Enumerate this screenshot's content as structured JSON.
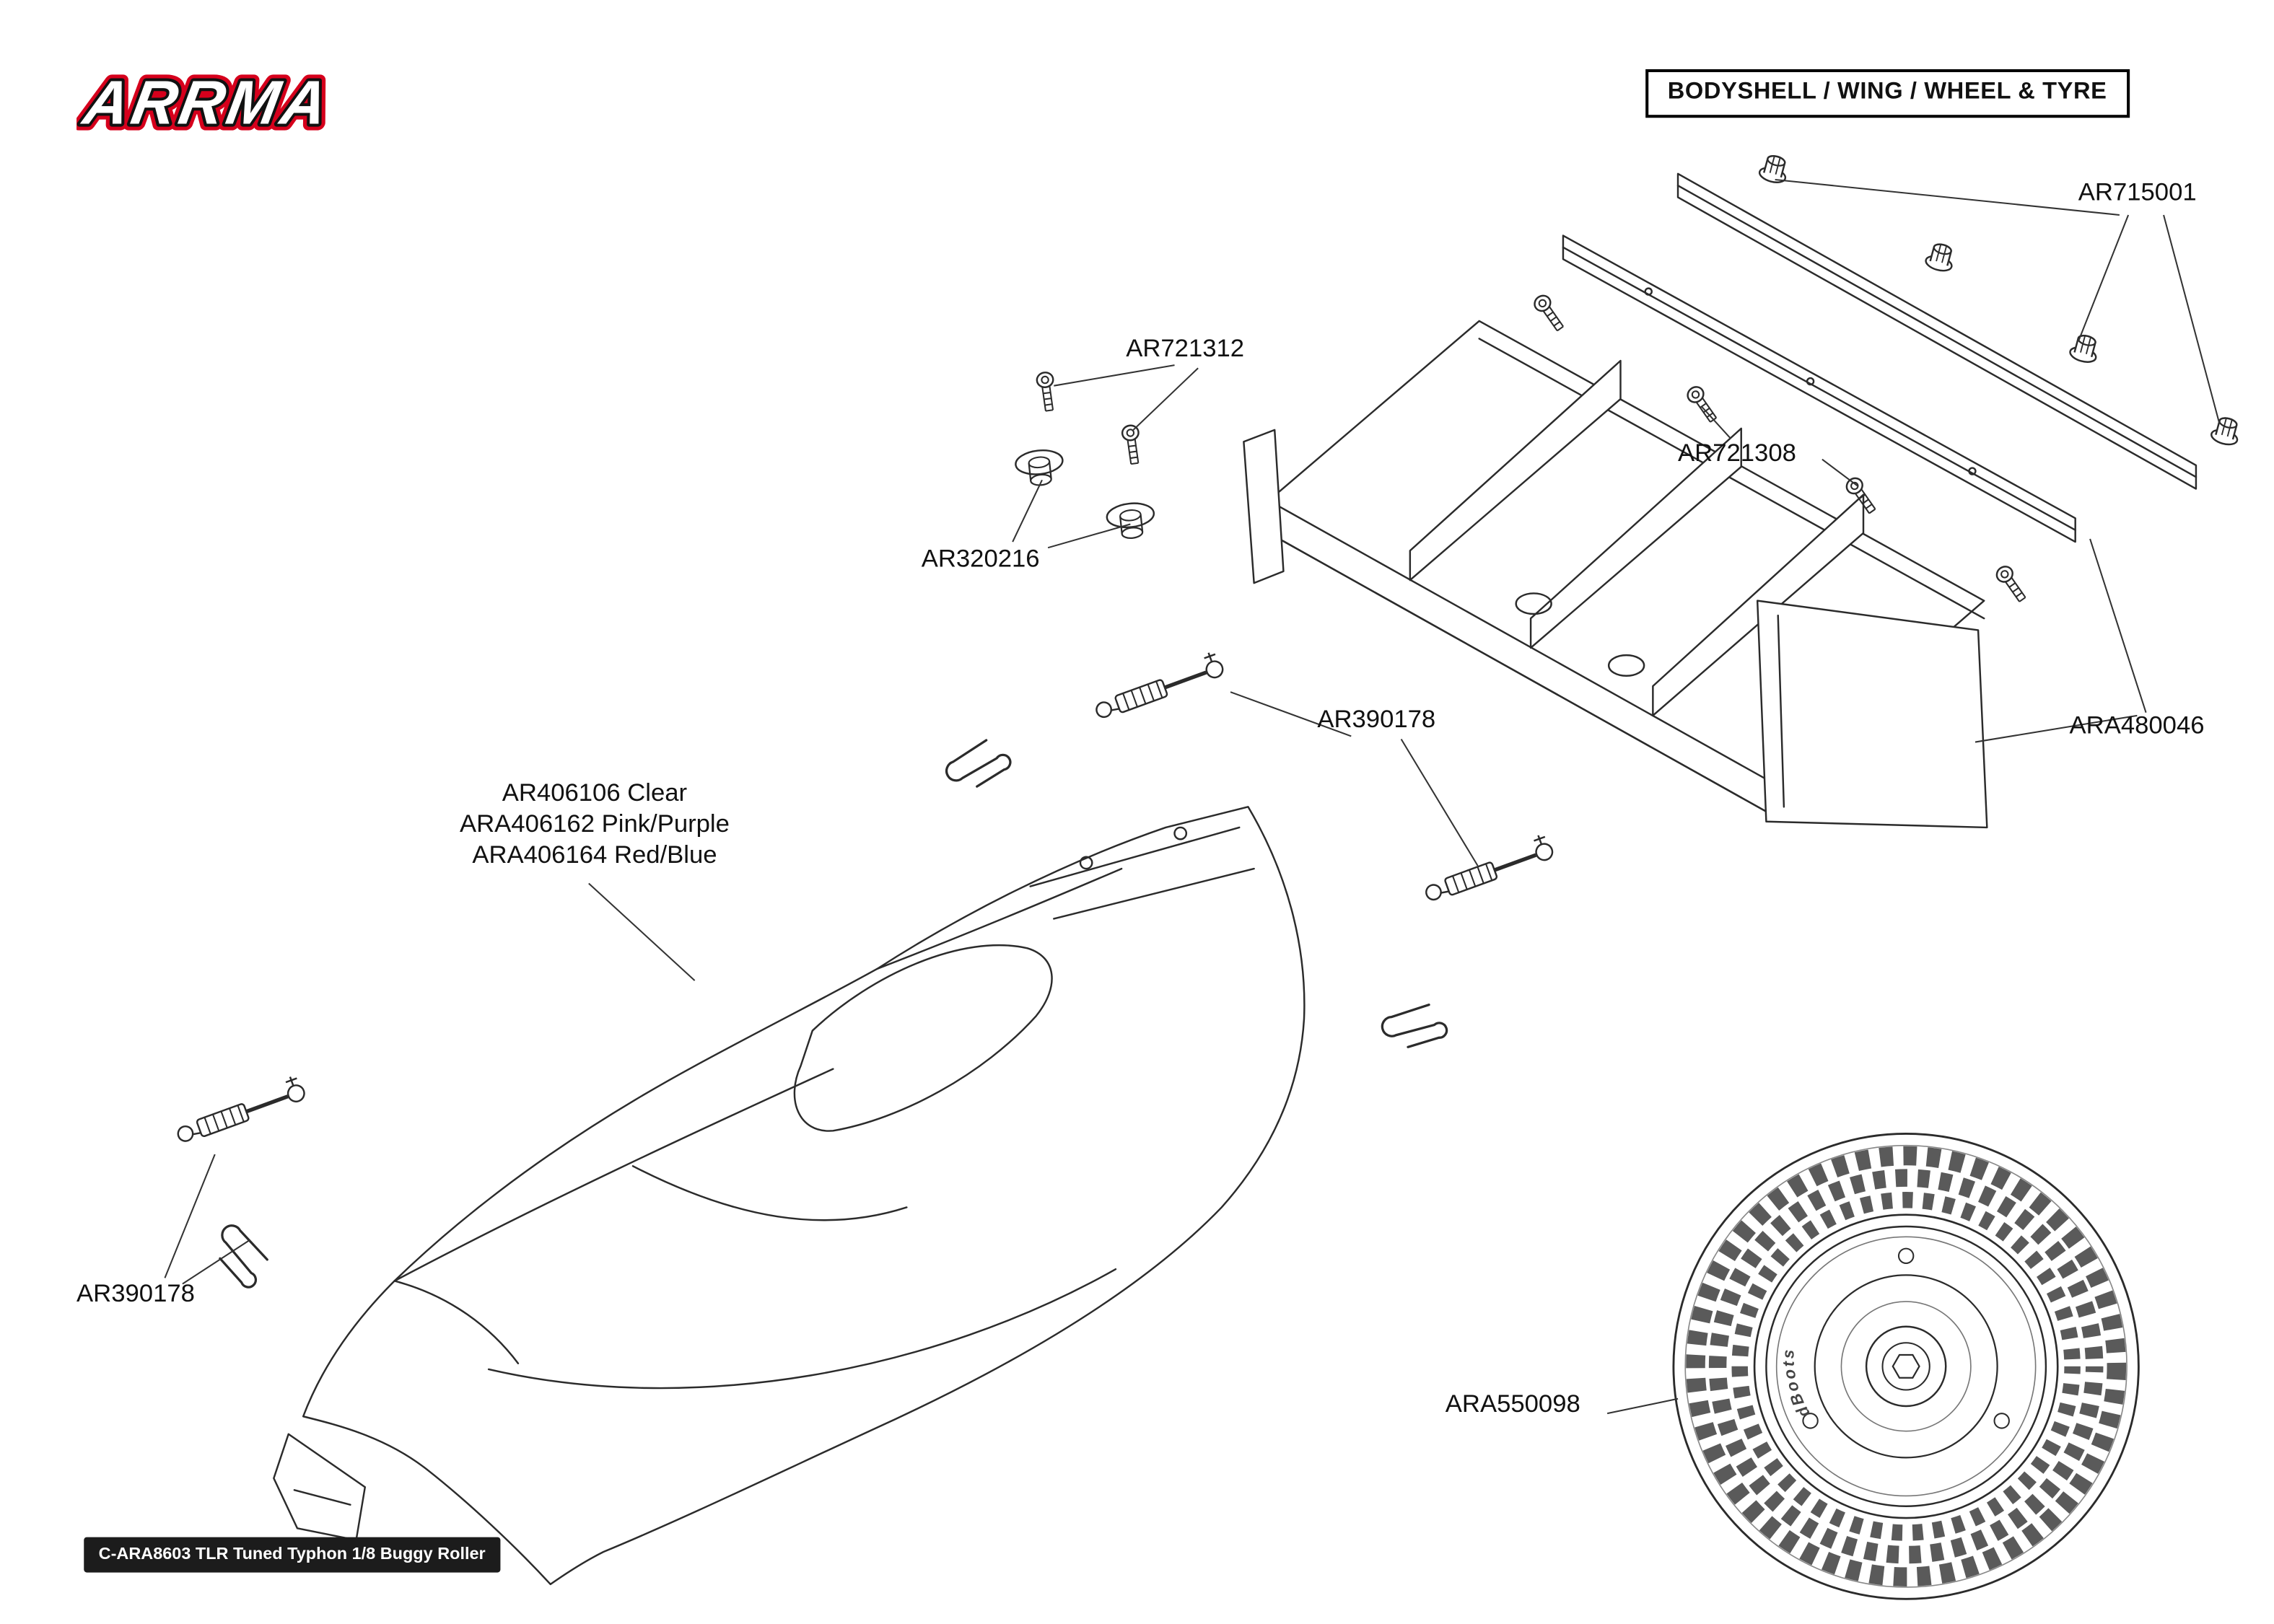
{
  "page": {
    "logo_text": "ARRMA",
    "title_box": "BODYSHELL / WING / WHEEL & TYRE",
    "footer_box": "C-ARA8603 TLR Tuned Typhon 1/8 Buggy Roller"
  },
  "labels": {
    "ar715001": "AR715001",
    "ar721312": "AR721312",
    "ar721308": "AR721308",
    "ar320216": "AR320216",
    "ara480046": "ARA480046",
    "ar390178_mid": "AR390178",
    "ar390178_left": "AR390178",
    "ara550098": "ARA550098",
    "body_colors": {
      "line1": "AR406106 Clear",
      "line2": "ARA406162 Pink/Purple",
      "line3": "ARA406164 Red/Blue"
    }
  },
  "wheel": {
    "brand": "dBoots"
  },
  "colors": {
    "accent_red": "#d6001c",
    "line": "#2b2b2b"
  }
}
